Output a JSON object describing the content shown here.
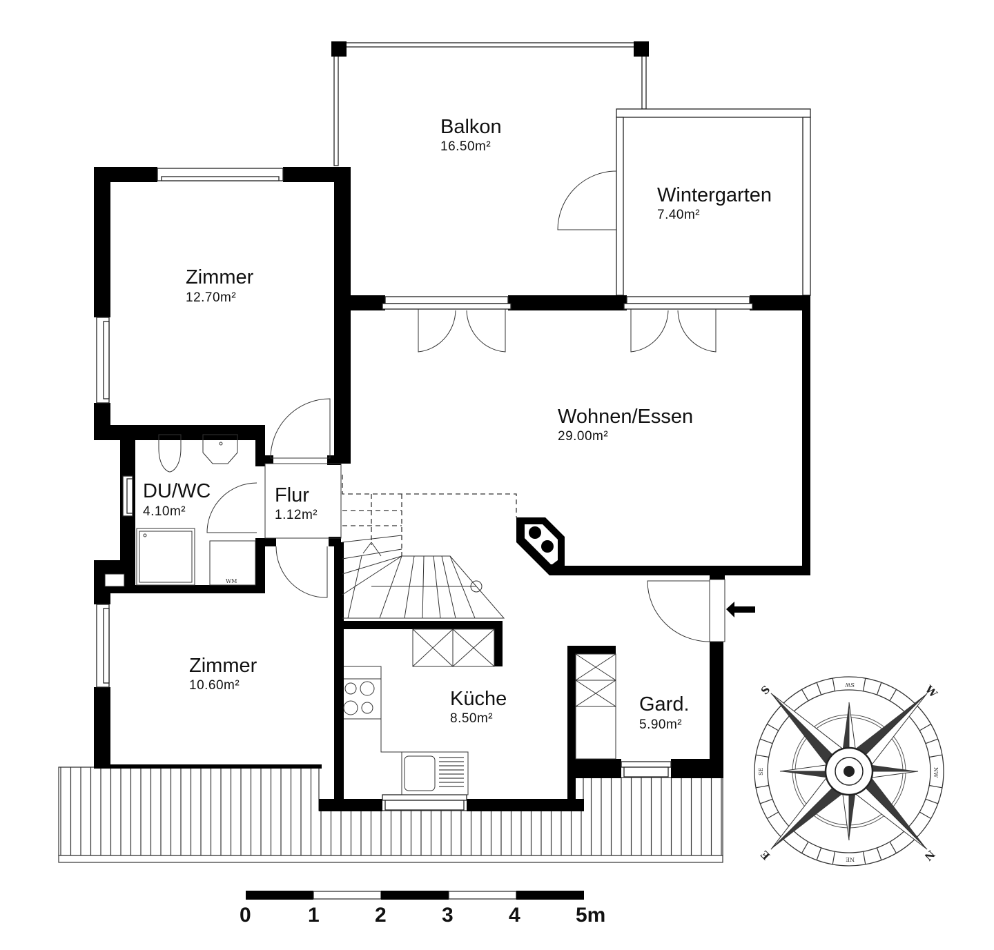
{
  "plan": {
    "rooms": [
      {
        "id": "balkon",
        "name": "Balkon",
        "area": "16.50m²"
      },
      {
        "id": "wintergarten",
        "name": "Wintergarten",
        "area": "7.40m²"
      },
      {
        "id": "zimmer-1",
        "name": "Zimmer",
        "area": "12.70m²"
      },
      {
        "id": "wohnen-essen",
        "name": "Wohnen/Essen",
        "area": "29.00m²"
      },
      {
        "id": "du-wc",
        "name": "DU/WC",
        "area": "4.10m²"
      },
      {
        "id": "flur",
        "name": "Flur",
        "area": "1.12m²"
      },
      {
        "id": "zimmer-2",
        "name": "Zimmer",
        "area": "10.60m²"
      },
      {
        "id": "kueche",
        "name": "Küche",
        "area": "8.50m²"
      },
      {
        "id": "garderobe",
        "name": "Gard.",
        "area": "5.90m²"
      }
    ],
    "fixtures": {
      "washing_machine": "WM"
    },
    "entrance_arrow": "arrow-left-icon"
  },
  "scale_bar": {
    "ticks": [
      "0",
      "1",
      "2",
      "3",
      "4",
      "5m"
    ],
    "unit": "m",
    "length_m": 5
  },
  "compass": {
    "cardinals": [
      "S",
      "W",
      "N",
      "E"
    ],
    "intercardinals": [
      "SW",
      "NW",
      "NE",
      "SE"
    ]
  },
  "colors": {
    "wall": "#000000",
    "line": "#222222",
    "background": "#ffffff"
  }
}
